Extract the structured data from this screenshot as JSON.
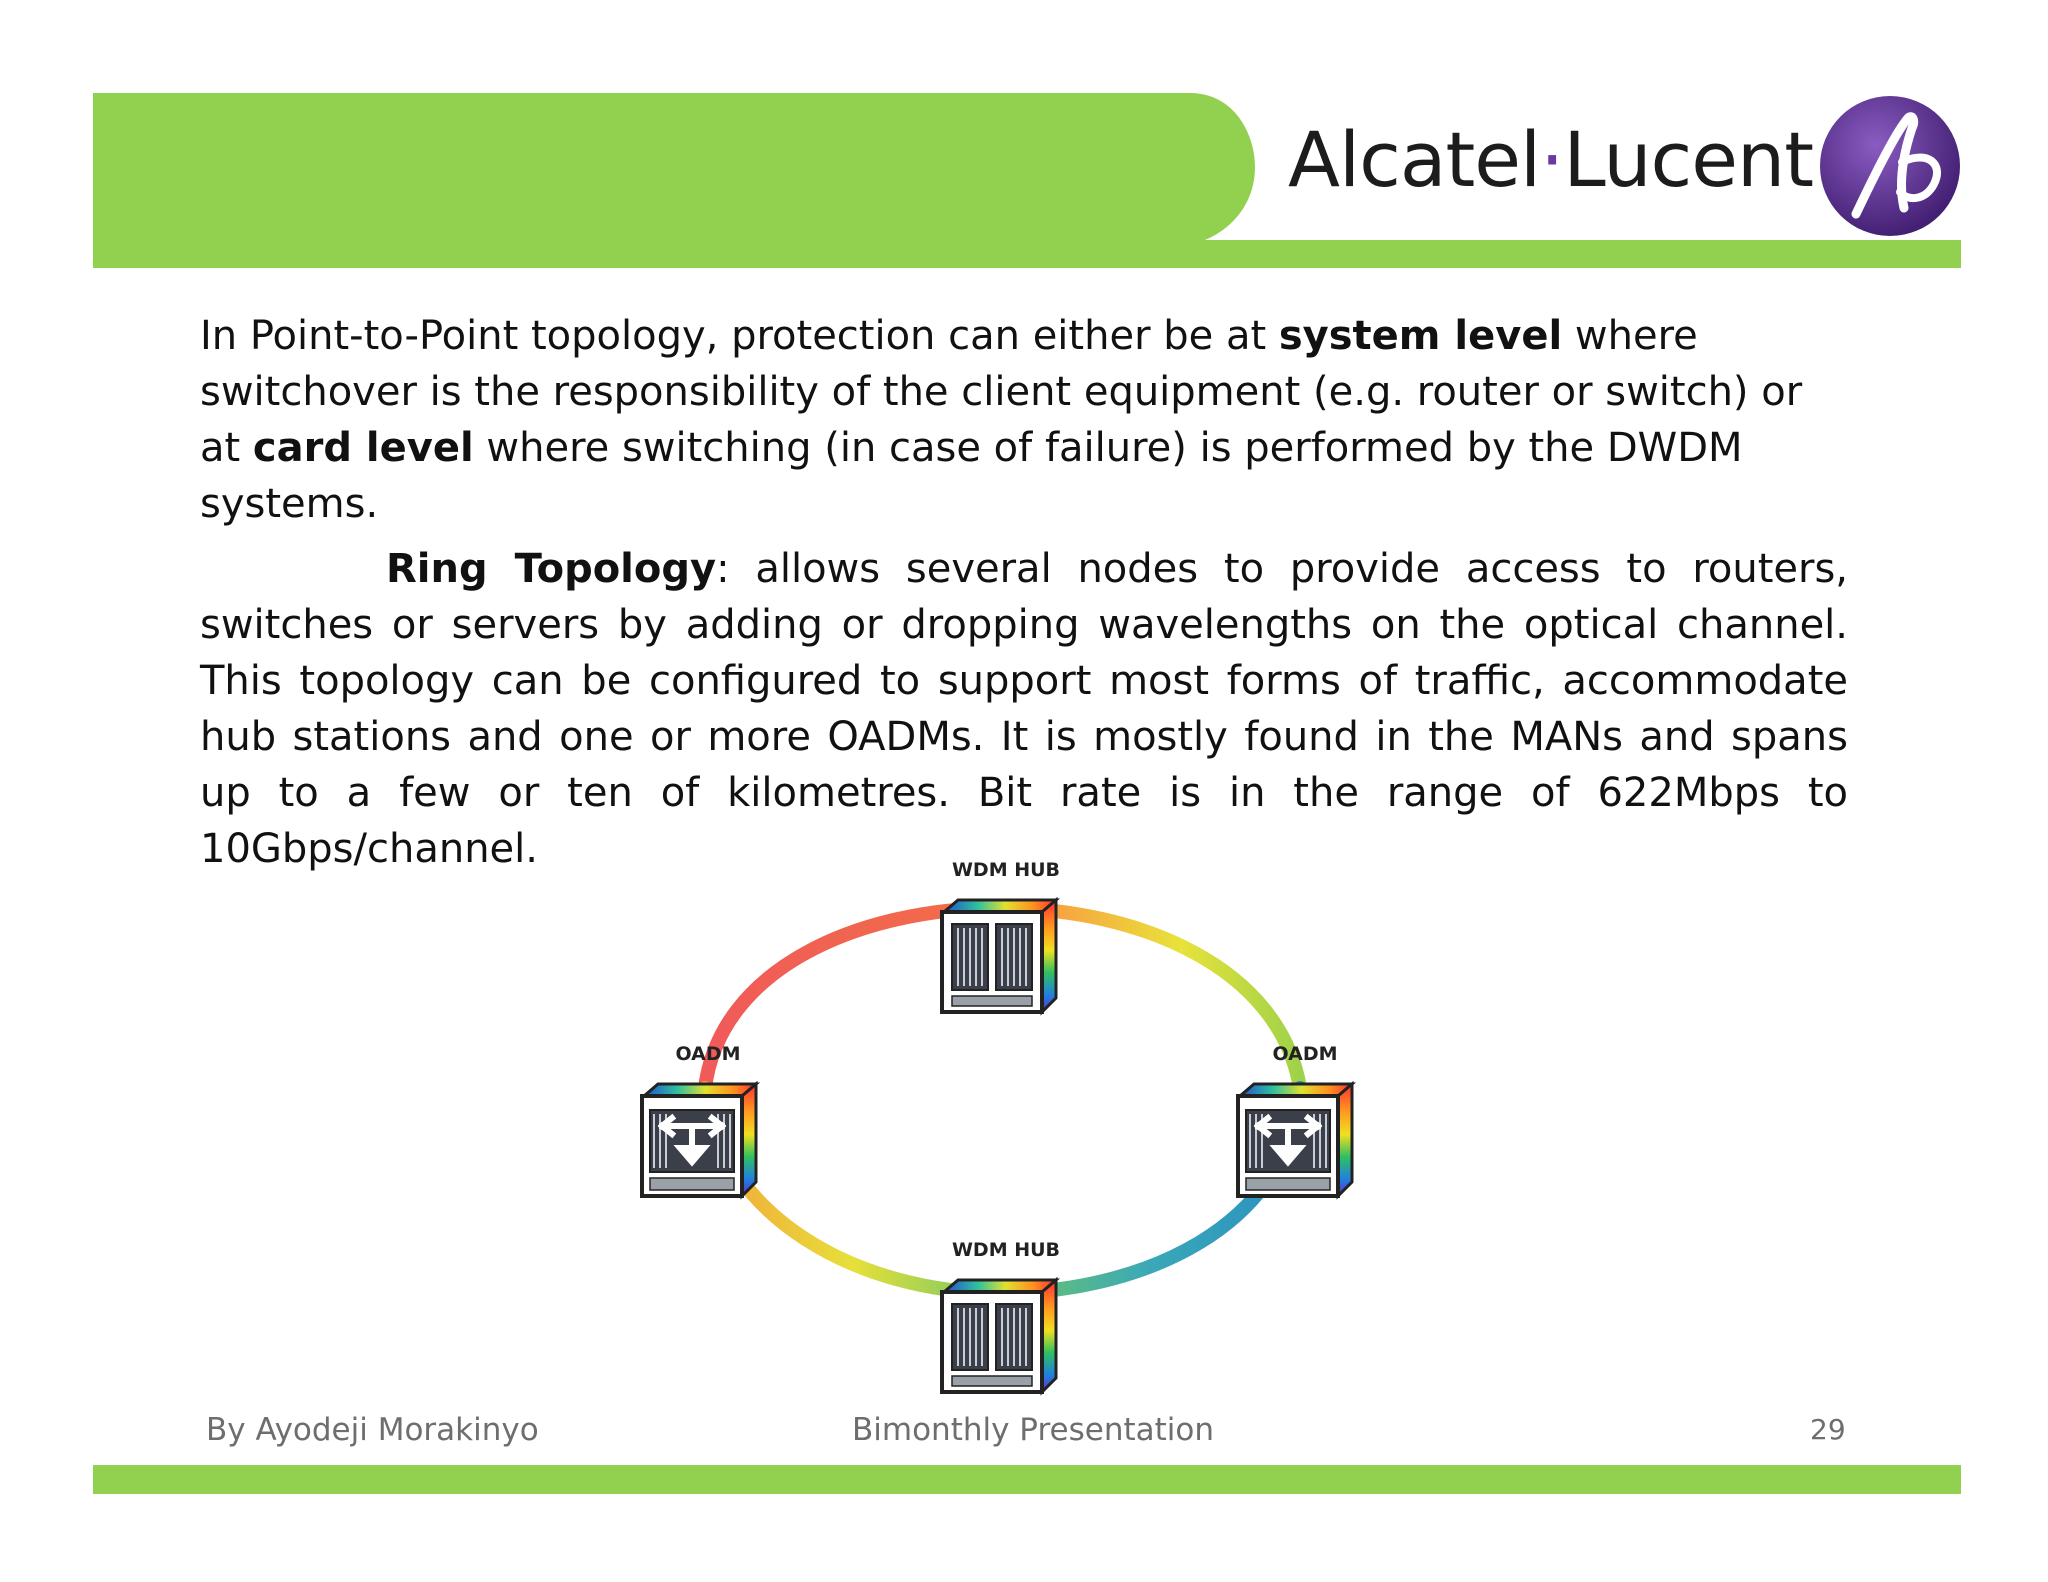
{
  "header": {
    "logo_part1": "Alcatel",
    "logo_dot": "·",
    "logo_part2": "Lucent",
    "accent_color": "#92d050",
    "logo_color": "#5b2d8e"
  },
  "body": {
    "p1_a": "In Point-to-Point topology, protection can either be at ",
    "p1_b": "system level",
    "p1_c": " where switchover is the responsibility of the client equipment (e.g. router or switch) or at ",
    "p1_d": "card level",
    "p1_e": " where switching (in case of failure) is performed by the DWDM systems.",
    "p2_a": "Ring Topology",
    "p2_b": ": allows several nodes to provide access to routers, switches or servers by adding or dropping wavelengths on the optical channel. This topology can be configured to support most forms of traffic, accommodate hub stations and one or more OADMs. It is mostly found in the MANs and spans up to a few or ten of kilometres. Bit rate is in the range of 622Mbps to 10Gbps/channel."
  },
  "diagram": {
    "top_label": "WDM HUB",
    "bottom_label": "WDM HUB",
    "left_label": "OADM",
    "right_label": "OADM"
  },
  "footer": {
    "author": "By Ayodeji Morakinyo",
    "title": "Bimonthly Presentation",
    "page": "29"
  }
}
